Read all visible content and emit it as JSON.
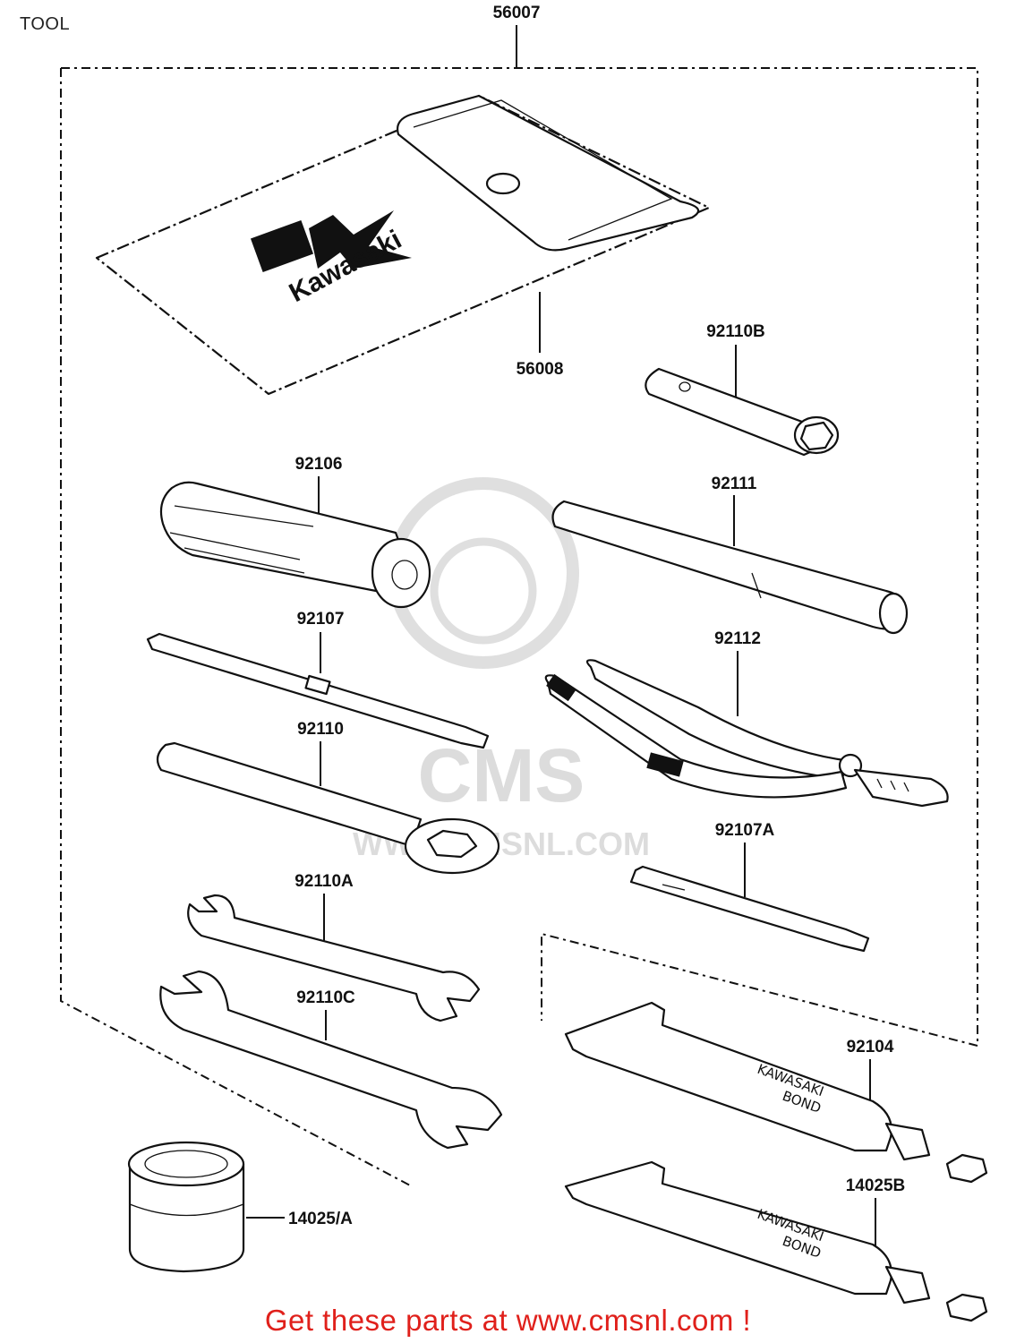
{
  "title": "TOOL",
  "kit_number": "56007",
  "logo": {
    "brand": "Kawasaki"
  },
  "parts": [
    {
      "id": "case",
      "number": "56008"
    },
    {
      "id": "plug-wrench",
      "number": "92110B"
    },
    {
      "id": "handle",
      "number": "92106"
    },
    {
      "id": "bar",
      "number": "92111"
    },
    {
      "id": "screwdriver",
      "number": "92107"
    },
    {
      "id": "pliers",
      "number": "92112"
    },
    {
      "id": "box-wrench",
      "number": "92110"
    },
    {
      "id": "screwdriver-bit",
      "number": "92107A"
    },
    {
      "id": "open-wrench-small",
      "number": "92110A"
    },
    {
      "id": "open-wrench-large",
      "number": "92110C"
    },
    {
      "id": "bond-tube-1",
      "number": "92104"
    },
    {
      "id": "bond-tube-2",
      "number": "14025B"
    },
    {
      "id": "grease-can",
      "number": "14025/A"
    }
  ],
  "tube_label": {
    "line1": "KAWASAKI",
    "line2": "BOND"
  },
  "watermark": {
    "line1": "CMS",
    "line2": "WWW.CMSNL.COM"
  },
  "footer": {
    "text": "Get these parts at www.cmsnl.com !",
    "color": "#e0201b"
  }
}
